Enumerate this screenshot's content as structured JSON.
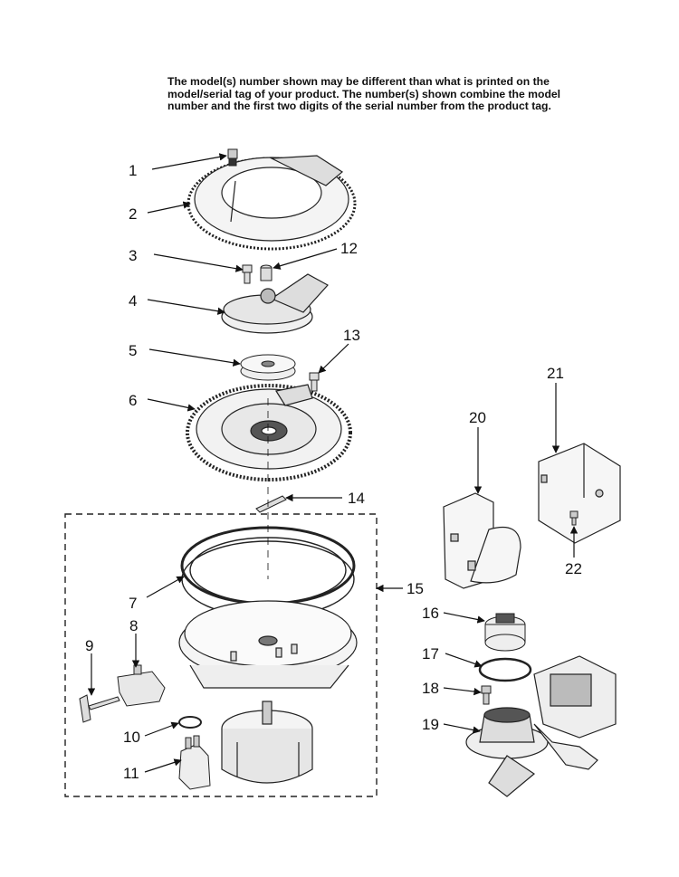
{
  "note": {
    "line1": "The model(s) number shown may be different than what is printed on the",
    "line2": "model/serial tag of your product. The number(s) shown combine the model",
    "line3": "number and the first two digits of the serial number from the product tag."
  },
  "callouts": {
    "c1": "1",
    "c2": "2",
    "c3": "3",
    "c4": "4",
    "c5": "5",
    "c6": "6",
    "c7": "7",
    "c8": "8",
    "c9": "9",
    "c10": "10",
    "c11": "11",
    "c12": "12",
    "c13": "13",
    "c14": "14",
    "c15": "15",
    "c16": "16",
    "c17": "17",
    "c18": "18",
    "c19": "19",
    "c20": "20",
    "c21": "21",
    "c22": "22"
  }
}
